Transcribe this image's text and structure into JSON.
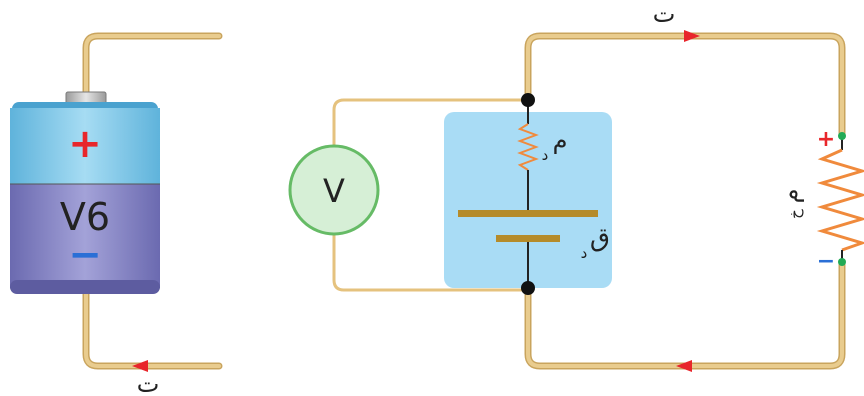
{
  "battery": {
    "label": "V6",
    "plus_sign": "+",
    "minus_sign": "−"
  },
  "voltmeter": {
    "label": "V"
  },
  "labels": {
    "current_top": "ت",
    "current_bottom_left": "ت",
    "internal_resistance": "م",
    "internal_resistance_sub": "د",
    "emf": "ق",
    "emf_sub": "د",
    "external_resistance": "م",
    "external_resistance_sub": "خ",
    "ext_plus": "+",
    "ext_minus": "−"
  },
  "colors": {
    "wire": "#e5c27e",
    "wire_edge": "#c9a45d",
    "arrow": "#e8262b",
    "resistor": "#f08a3c",
    "cell_plate": "#b58b2a",
    "cell_box": "#a9dcf5",
    "voltmeter_fill": "#d6efd6",
    "voltmeter_stroke": "#66bb66",
    "battery_top": "#7ec7e8",
    "battery_bottom": "#8a89c6",
    "plus_red": "#e8262b",
    "minus_blue": "#2a6fd6",
    "node": "#111111",
    "terminal_green": "#22aa55"
  }
}
